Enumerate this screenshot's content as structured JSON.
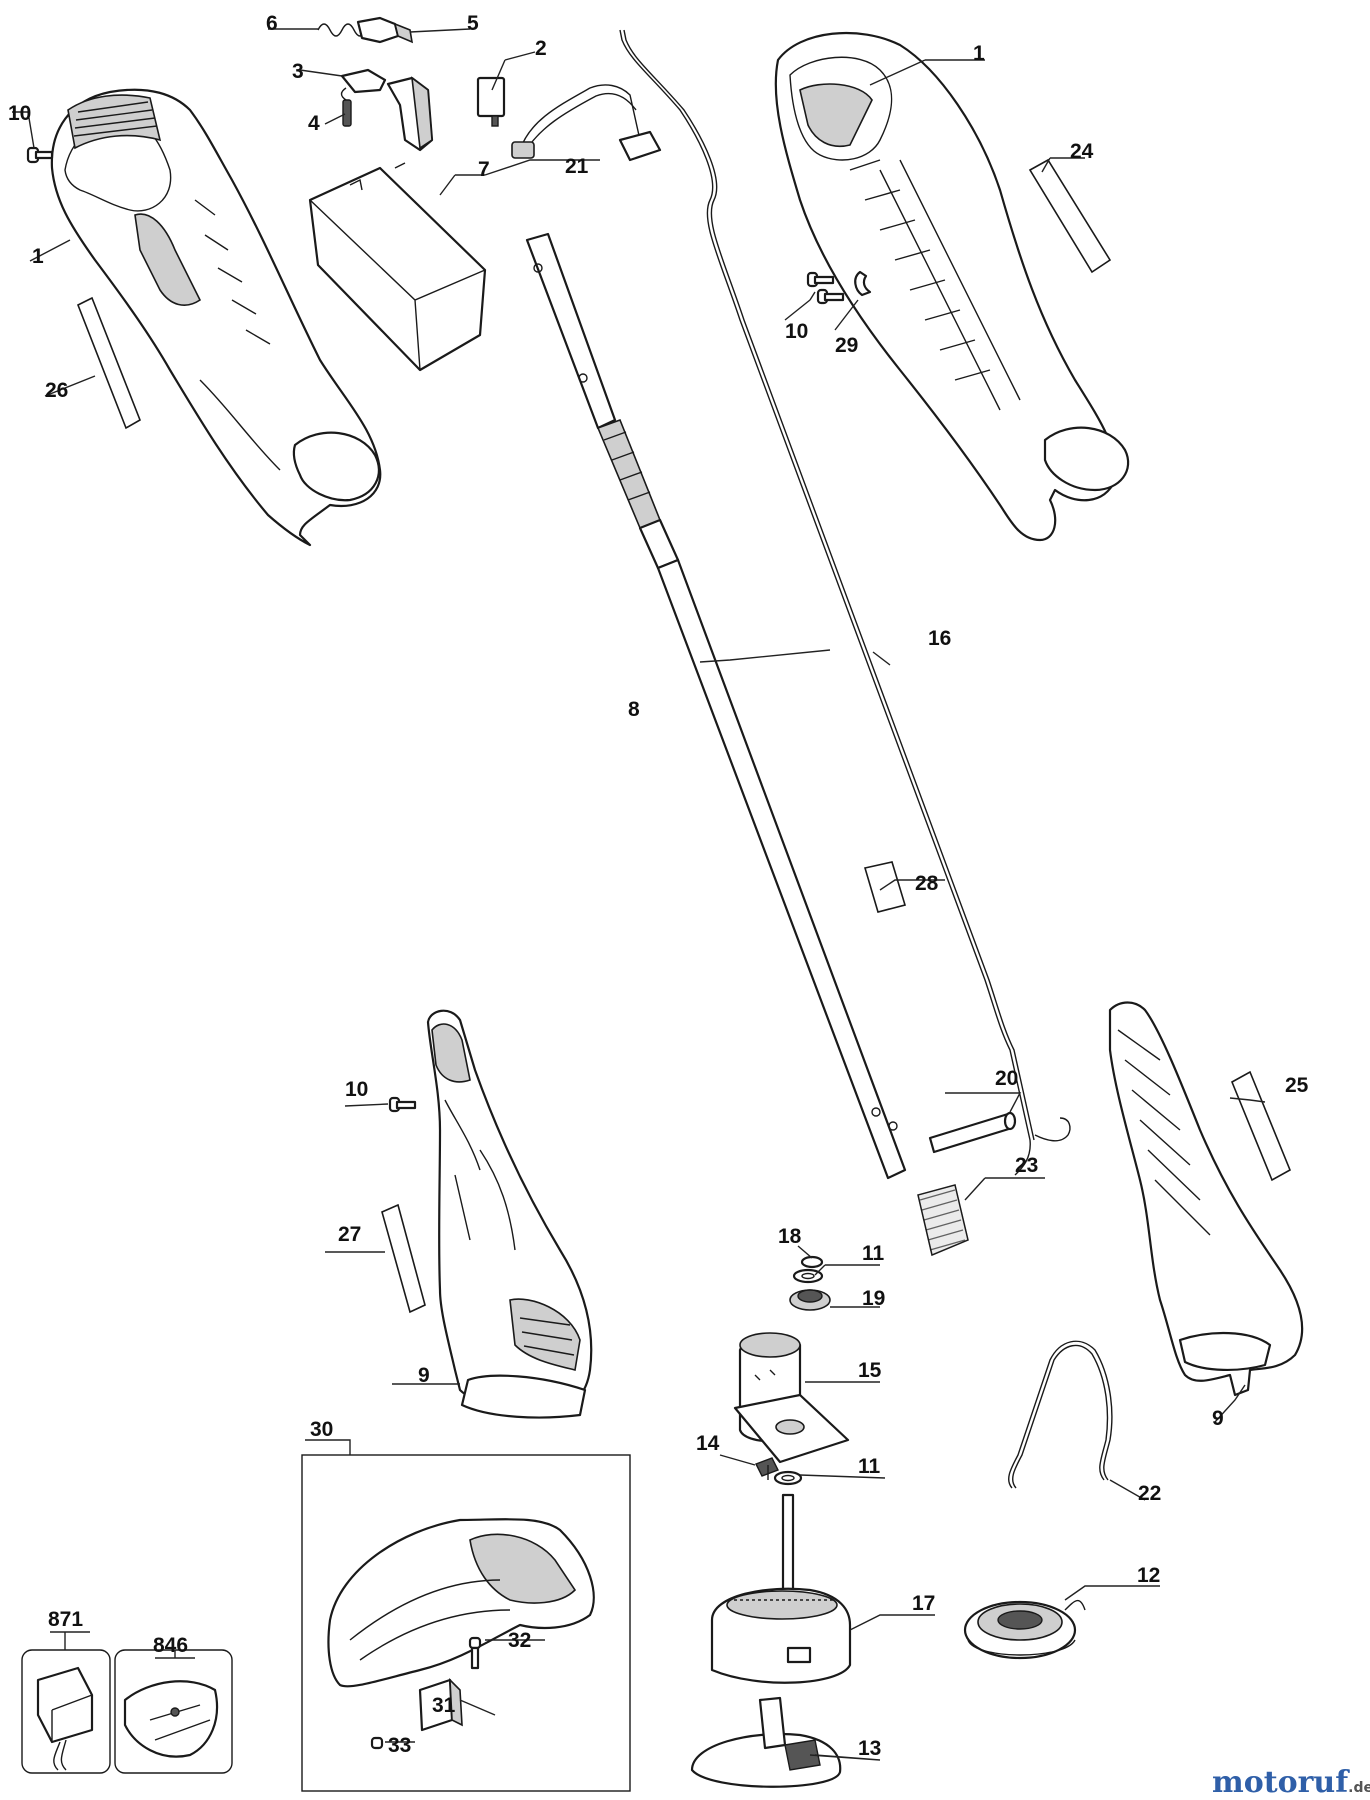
{
  "callouts": {
    "c1a": "1",
    "c1b": "1",
    "c2": "2",
    "c3": "3",
    "c4": "4",
    "c5": "5",
    "c6": "6",
    "c7": "7",
    "c8": "8",
    "c9a": "9",
    "c9b": "9",
    "c10a": "10",
    "c10b": "10",
    "c10c": "10",
    "c11a": "11",
    "c11b": "11",
    "c12": "12",
    "c13": "13",
    "c14": "14",
    "c15": "15",
    "c16": "16",
    "c17": "17",
    "c18": "18",
    "c19": "19",
    "c20": "20",
    "c21": "21",
    "c22": "22",
    "c23": "23",
    "c24": "24",
    "c25": "25",
    "c26": "26",
    "c27": "27",
    "c28": "28",
    "c29": "29",
    "c30": "30",
    "c31": "31",
    "c32": "32",
    "c33": "33",
    "c846": "846",
    "c871": "871"
  },
  "watermark": {
    "brand": "motoruf",
    "suffix": ".de",
    "colors": [
      "#2f5fa8",
      "#d23a2f",
      "#e3a21a",
      "#3a9a3f"
    ]
  }
}
